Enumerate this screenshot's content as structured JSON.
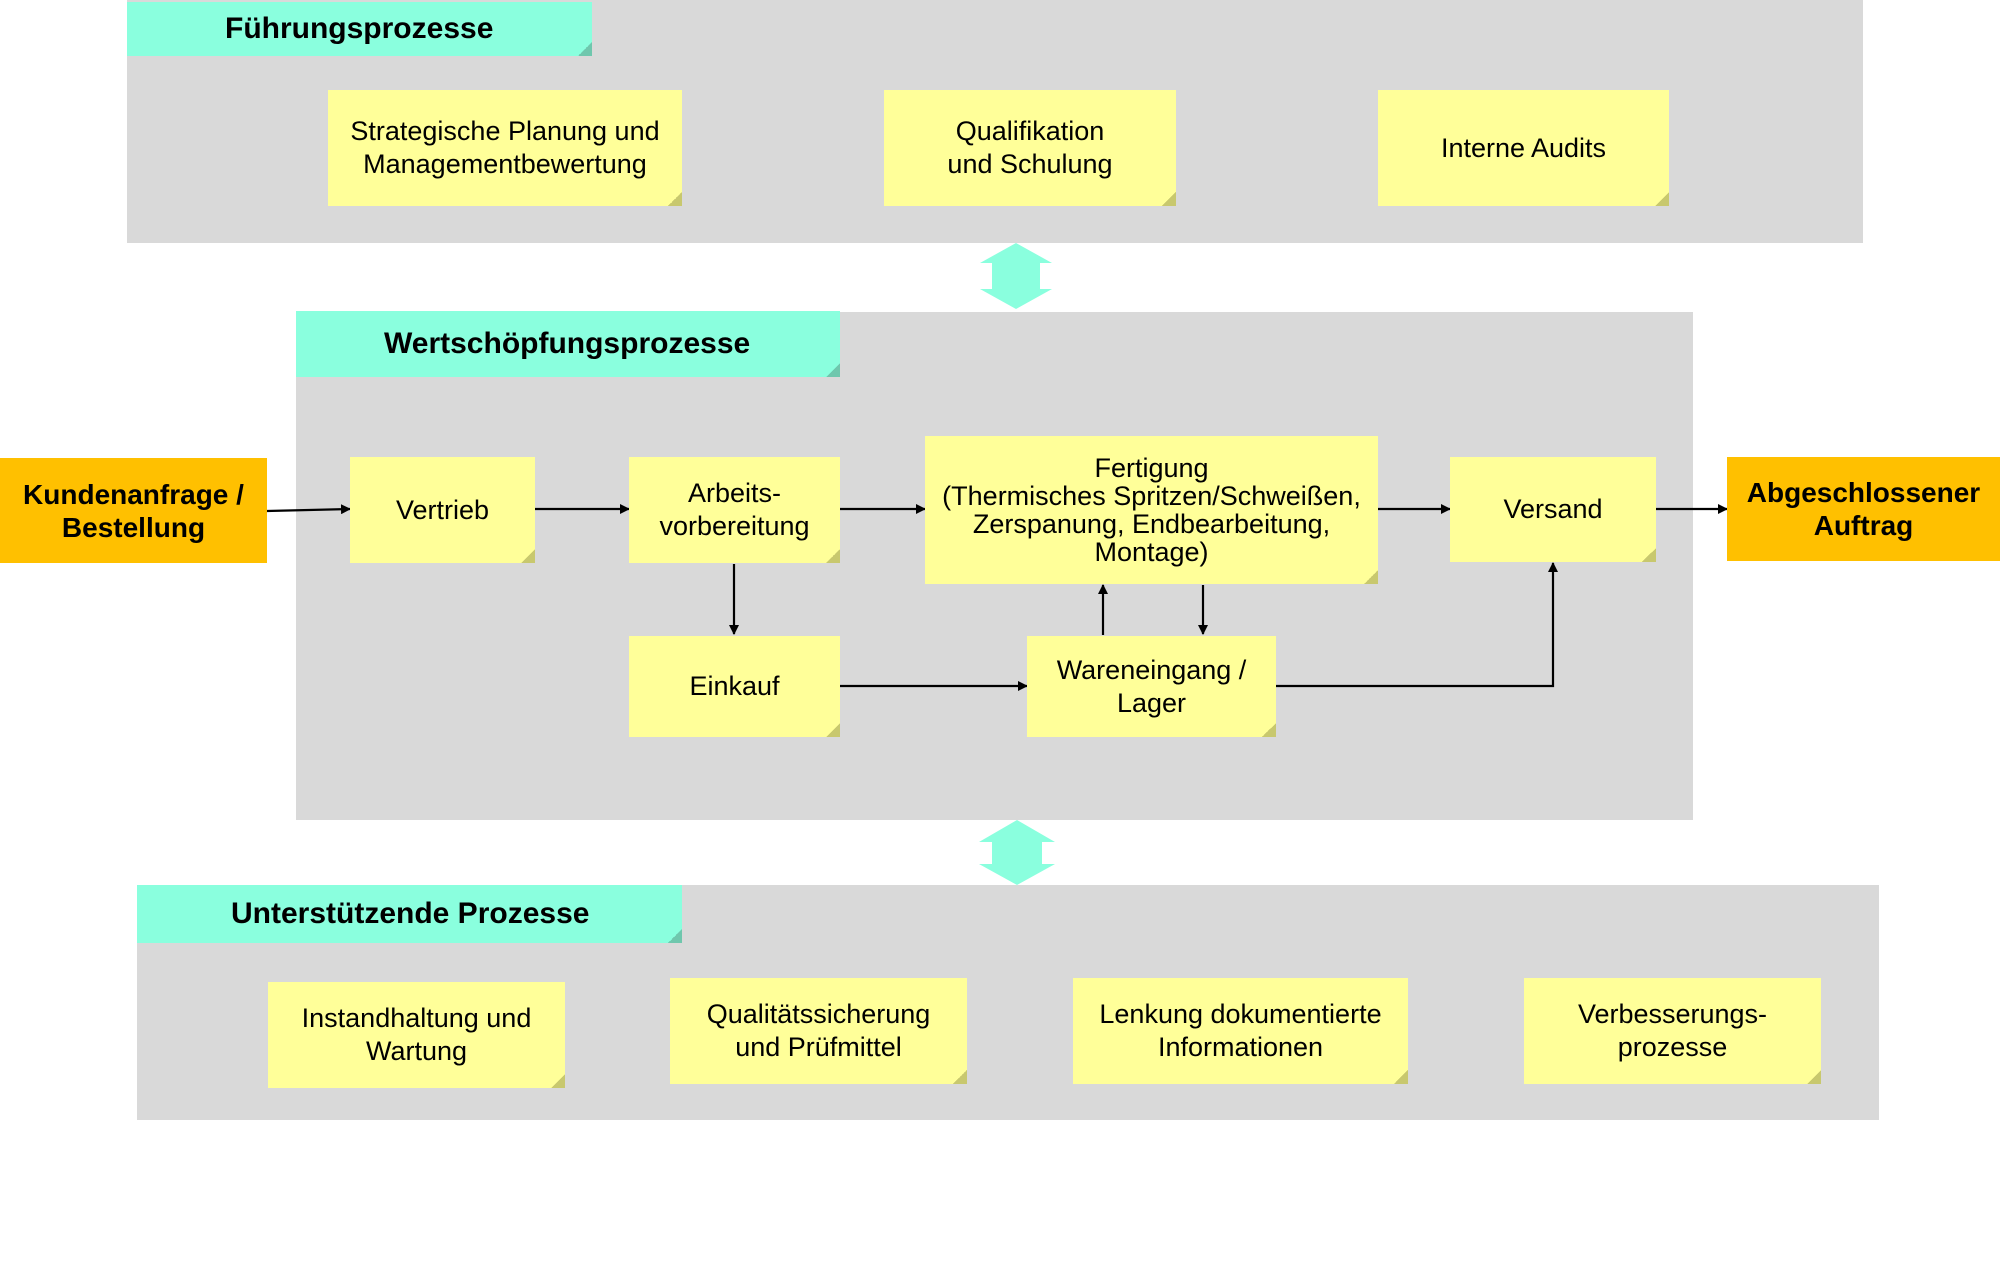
{
  "groups": {
    "fuehrung": {
      "title": "Führungsprozesse",
      "items": [
        "Strategische Planung und\nManagementbewertung",
        "Qualifikation\nund Schulung",
        "Interne Audits"
      ]
    },
    "wertschoepfung": {
      "title": "Wertschöpfungsprozesse",
      "steps": {
        "vertrieb": "Vertrieb",
        "arbeitsvorbereitung": "Arbeits-\nvorbereitung",
        "fertigung": "Fertigung\n(Thermisches Spritzen/Schweißen,\nZerspanung, Endbearbeitung,\nMontage)",
        "versand": "Versand",
        "einkauf": "Einkauf",
        "wareneingang": "Wareneingang /\nLager"
      }
    },
    "unterstuetzend": {
      "title": "Unterstützende Prozesse",
      "items": [
        "Instandhaltung und\nWartung",
        "Qualitätssicherung\nund Prüfmittel",
        "Lenkung dokumentierte\nInformationen",
        "Verbesserungs-\nprozesse"
      ]
    }
  },
  "terminals": {
    "input": "Kundenanfrage /\nBestellung",
    "output": "Abgeschlossener\nAuftrag"
  },
  "colors": {
    "group_background": "#d9d9d9",
    "tab": "#8affde",
    "note": "#ffff99",
    "terminal": "#ffc000",
    "double_arrow": "#8affde"
  }
}
